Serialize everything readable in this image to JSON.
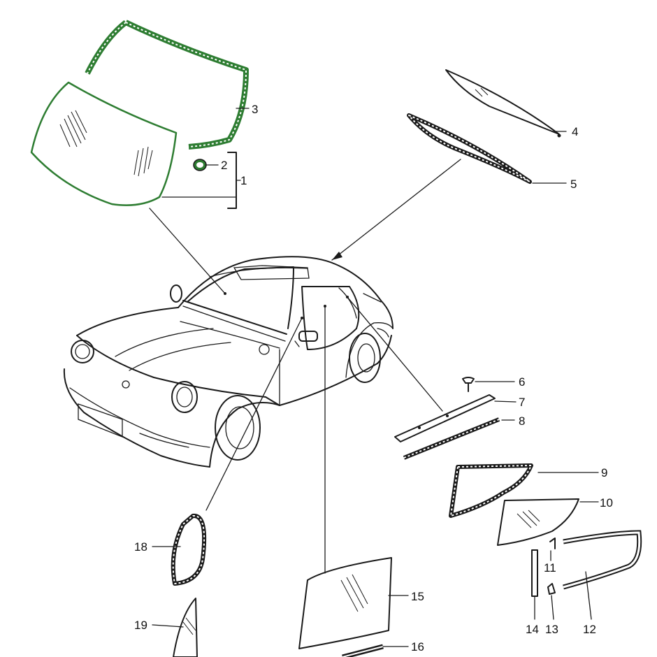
{
  "diagram": {
    "callouts": {
      "c1": "1",
      "c2": "2",
      "c3": "3",
      "c4": "4",
      "c5": "5",
      "c6": "6",
      "c7": "7",
      "c8": "8",
      "c9": "9",
      "c10": "10",
      "c11": "11",
      "c12": "12",
      "c13": "13",
      "c14": "14",
      "c15": "15",
      "c16": "16",
      "c18": "18",
      "c19": "19"
    },
    "colors": {
      "ink": "#1a1a1a",
      "windshield_highlight": "#2e7d32",
      "background": "#ffffff"
    }
  }
}
